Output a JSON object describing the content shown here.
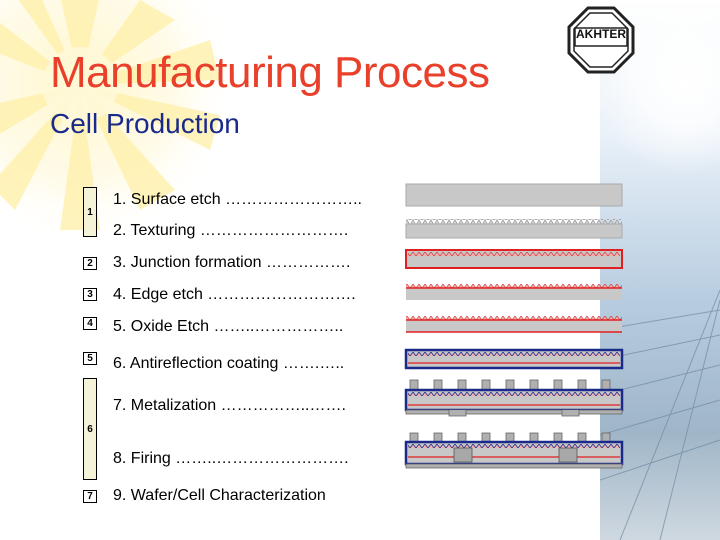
{
  "title": "Manufacturing Process",
  "subtitle": "Cell Production",
  "logo": {
    "text": "AKHTER",
    "icon": "octagon-logo-icon"
  },
  "step_numbers": [
    "1",
    "2",
    "3",
    "4",
    "5",
    "6",
    "7"
  ],
  "steps": [
    "1.  Surface etch ……………………..",
    "2.  Texturing ……………………….",
    "3.  Junction formation …………….",
    "4.  Edge etch ……………………….",
    "5.  Oxide Etch  ……..……………..",
    "6.  Antireflection coating  …….…..",
    "7.  Metalization ……………..…….",
    "8.  Firing ……..…………………….",
    "9.  Wafer/Cell Characterization"
  ],
  "colors": {
    "title": "#e8402a",
    "subtitle": "#1a2a8a",
    "wafer_gray": "#c8c8c8",
    "junction_red": "#e02020",
    "coating_blue": "#1a2a8a",
    "sun_yellow": "#fff2b0"
  },
  "icons": [
    "sun-rays-decoration",
    "octagon-logo-icon",
    "wafer-cross-section-icon"
  ]
}
